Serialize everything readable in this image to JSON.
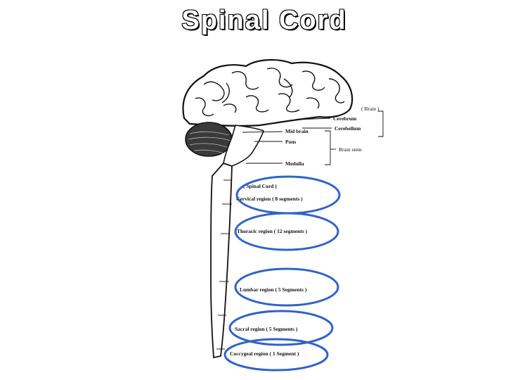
{
  "title": "Spinal Cord",
  "brain_labels": {
    "brain": "( Brain )",
    "cerebrum": "Cerebrum",
    "cerebellum": "Cerebellum",
    "mid_brain": "Mid brain",
    "pons": "Pons",
    "brain_stem": "Brain stem",
    "medulla": "Medulla"
  },
  "spinal_labels": {
    "spinal_cord": "( Spinal Cord )",
    "cervical": "Cervical region ( 8 segments )",
    "thoracic": "Thoracic region ( 12 segments )",
    "lumbar": "Lumbar region ( 5 Segments )",
    "sacral": "Sacral region ( 5 Segments )",
    "coccygeal": "Coccygeal region ( 1 Segment )"
  },
  "colors": {
    "highlight_ellipse": "#2f63c9",
    "line": "#111111"
  }
}
